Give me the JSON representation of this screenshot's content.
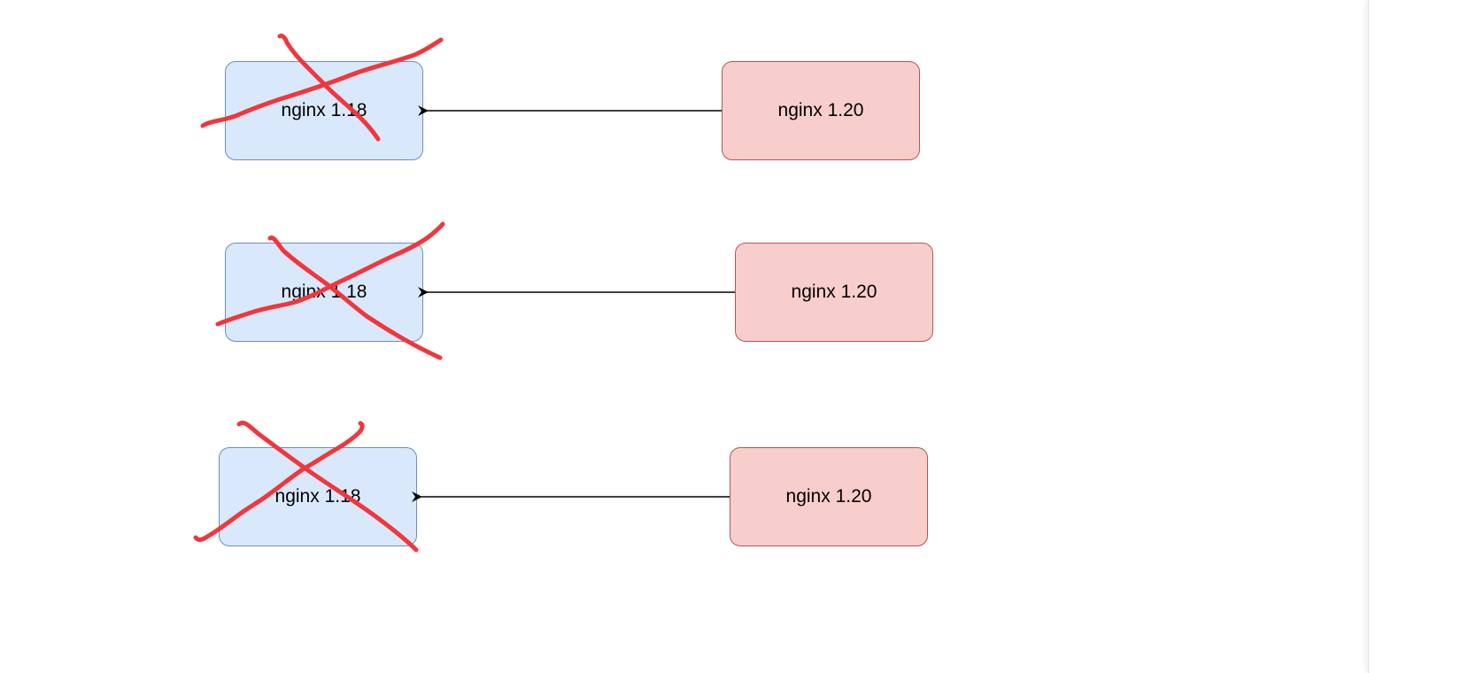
{
  "diagram": {
    "rows": [
      {
        "old_label": "nginx 1.18",
        "new_label": "nginx 1.20"
      },
      {
        "old_label": "nginx 1.18",
        "new_label": "nginx 1.20"
      },
      {
        "old_label": "nginx 1.18",
        "new_label": "nginx 1.20"
      }
    ],
    "colors": {
      "old_fill": "#dae8fc",
      "old_stroke": "#6c8ebf",
      "new_fill": "#f8cecc",
      "new_stroke": "#b85450",
      "edge": "#000000",
      "strike": "#f0373c"
    }
  }
}
